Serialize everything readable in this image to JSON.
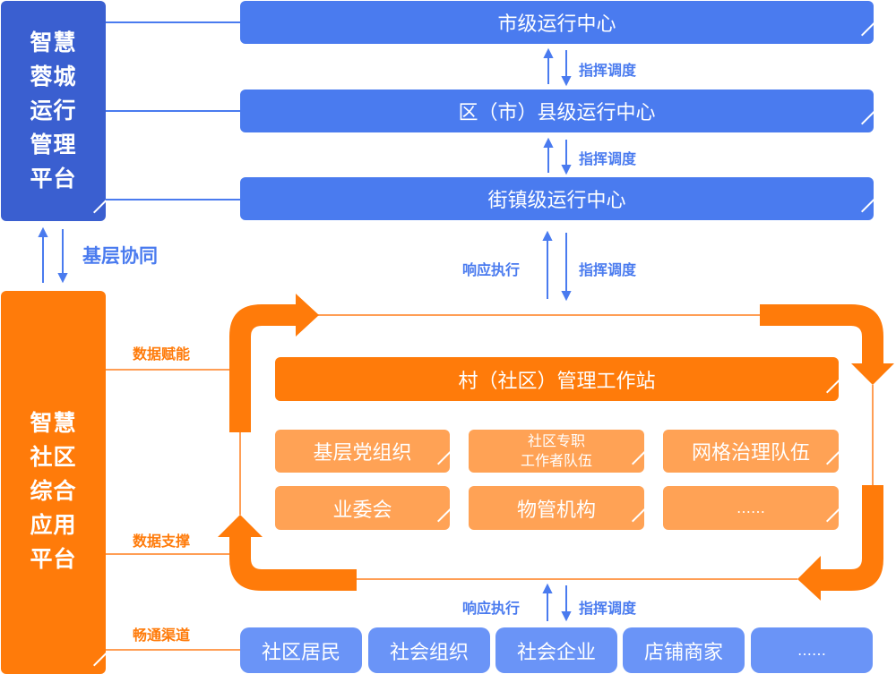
{
  "left_panels": {
    "top": {
      "lines": [
        "智慧",
        "蓉城",
        "运行",
        "管理",
        "平台"
      ]
    },
    "bottom": {
      "lines": [
        "智慧",
        "社区",
        "综合",
        "应用",
        "平台"
      ]
    }
  },
  "top_centers": [
    {
      "label": "市级运行中心"
    },
    {
      "label": "区（市）县级运行中心"
    },
    {
      "label": "街镇级运行中心"
    }
  ],
  "connectors": {
    "dispatch": "指挥调度",
    "respond": "响应执行",
    "grassroots_coordination": "基层协同"
  },
  "side_labels": {
    "data_empower": "数据赋能",
    "data_support": "数据支撑",
    "open_channel": "畅通渠道"
  },
  "workstation": {
    "title": "村（社区）管理工作站",
    "items": [
      {
        "label": "基层党组织"
      },
      {
        "line1": "社区专职",
        "line2": "工作者队伍"
      },
      {
        "label": "网格治理队伍"
      },
      {
        "label": "业委会"
      },
      {
        "label": "物管机构"
      },
      {
        "label": "……"
      }
    ]
  },
  "bottom_items": [
    {
      "label": "社区居民"
    },
    {
      "label": "社会组织"
    },
    {
      "label": "社会企业"
    },
    {
      "label": "店铺商家"
    },
    {
      "label": "……"
    }
  ],
  "colors": {
    "blue_primary": "#4a7bef",
    "blue_dark": "#3a5fd0",
    "blue_light": "#6a94f7",
    "orange_primary": "#ff7b0a",
    "orange_light": "#ffa255"
  }
}
